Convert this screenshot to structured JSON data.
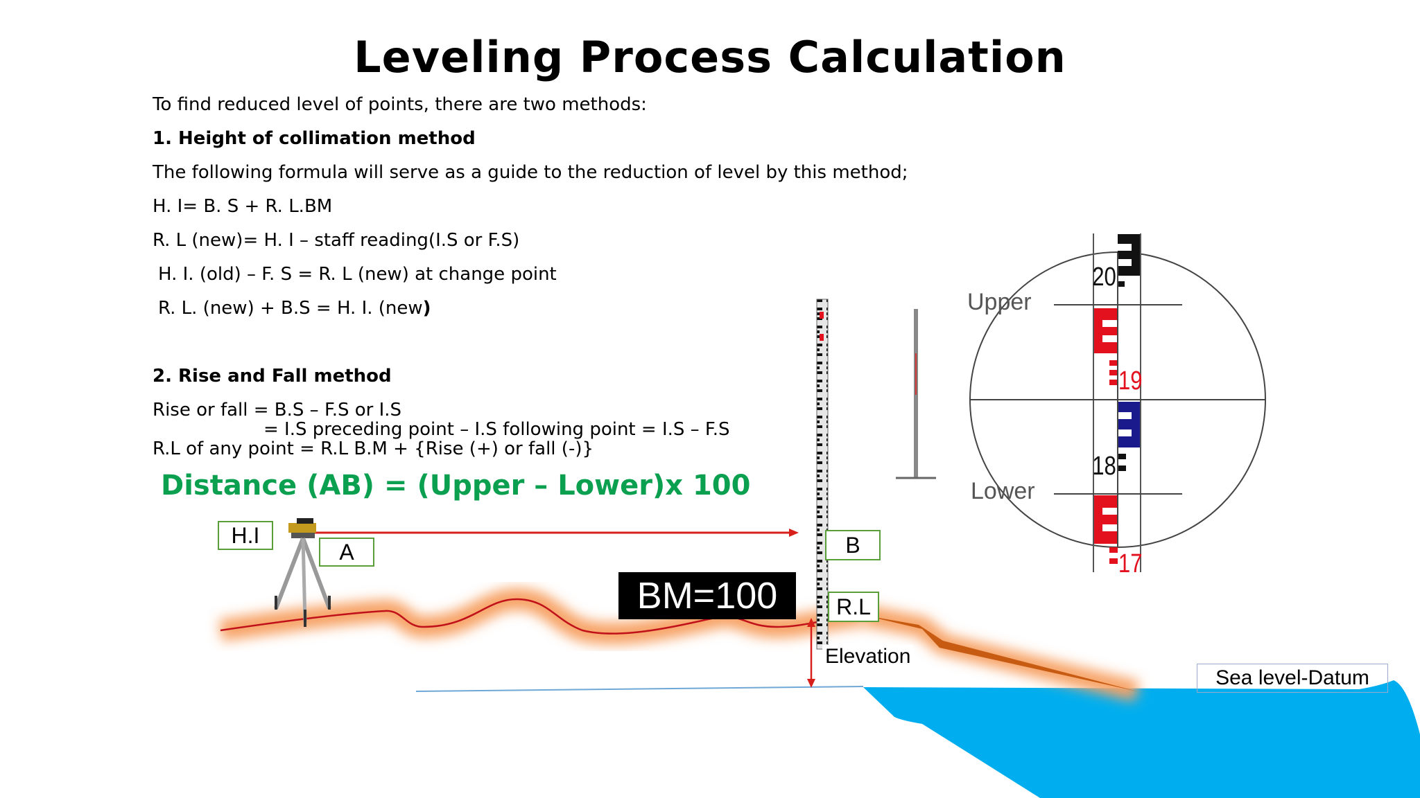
{
  "title": "Leveling Process Calculation",
  "intro": "To find reduced level of points, there are two methods:",
  "method1": {
    "heading": "1. Height of collimation method",
    "guide": "The following formula will serve as a guide to the reduction of level by this method;",
    "formulas": [
      "H. I= B. S + R. L.BM",
      "R. L (new)= H. I – staff reading(I.S or F.S)",
      "H. I. (old) – F. S = R. L (new) at change point",
      "R. L. (new) + B.S = H. I. (new"
    ],
    "formula_last_bold": ")"
  },
  "method2": {
    "heading": "2. Rise and Fall method",
    "lines": [
      "Rise or fall = B.S – F.S or I.S",
      "= I.S preceding point – I.S following point = I.S – F.S",
      "R.L of any point = R.L B.M + {Rise (+) or fall (-)}"
    ]
  },
  "distance_formula": "Distance (AB) = (Upper – Lower)x 100",
  "diagram": {
    "hi_label": "H.I",
    "a_label": "A",
    "b_label": "B",
    "rl_label": "R.L",
    "bm_label": "BM=100",
    "elevation_label": "Elevation",
    "datum_label": "Sea level-Datum"
  },
  "reticle": {
    "upper_label": "Upper",
    "lower_label": "Lower",
    "staff_numbers": [
      "20",
      "19",
      "18",
      "17"
    ]
  },
  "colors": {
    "distance_green": "#0aa04f",
    "ground_line": "#c0101a",
    "ground_glow": "#f7a366",
    "water": "#00aeef",
    "staff_red": "#e3101e",
    "staff_blue": "#1a1a8c",
    "box_border": "#5a9e3a"
  }
}
